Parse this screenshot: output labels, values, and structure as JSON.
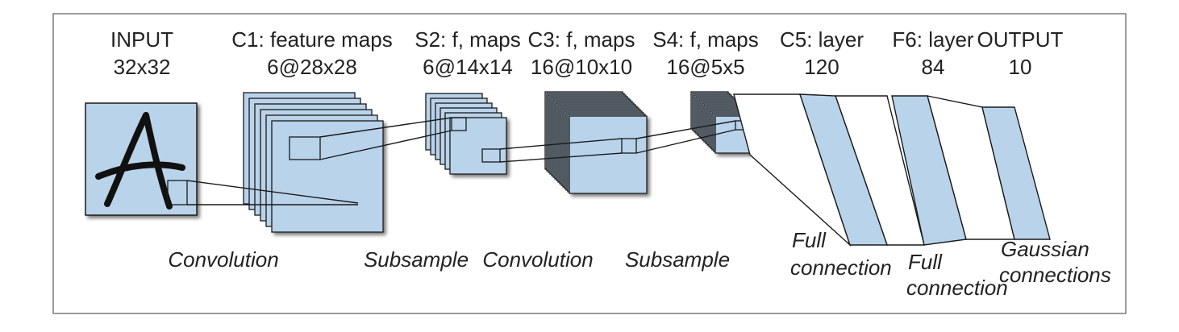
{
  "colors": {
    "map_fill": "#b9d3ea",
    "stroke": "#1a1a1a",
    "frame": "#7a7a7a",
    "text": "#222222"
  },
  "layers": {
    "input": {
      "name": "INPUT",
      "dims": "32x32"
    },
    "c1": {
      "name": "C1: feature maps",
      "dims": "6@28x28"
    },
    "s2": {
      "name": "S2: f, maps",
      "dims": "6@14x14"
    },
    "c3": {
      "name": "C3: f, maps",
      "dims": "16@10x10"
    },
    "s4": {
      "name": "S4: f, maps",
      "dims": "16@5x5"
    },
    "c5": {
      "name": "C5: layer",
      "dims": "120"
    },
    "f6": {
      "name": "F6: layer",
      "dims": "84"
    },
    "output": {
      "name": "OUTPUT",
      "dims": "10"
    }
  },
  "input_glyph": "A",
  "operations": {
    "convolution_1": "Convolution",
    "subsample_1": "Subsample",
    "convolution_2": "Convolution",
    "subsample_2": "Subsample",
    "full_connection_1": [
      "Full",
      "connection"
    ],
    "full_connection_2": [
      "Full",
      "connection"
    ],
    "gaussian": [
      "Gaussian",
      "connections"
    ]
  }
}
